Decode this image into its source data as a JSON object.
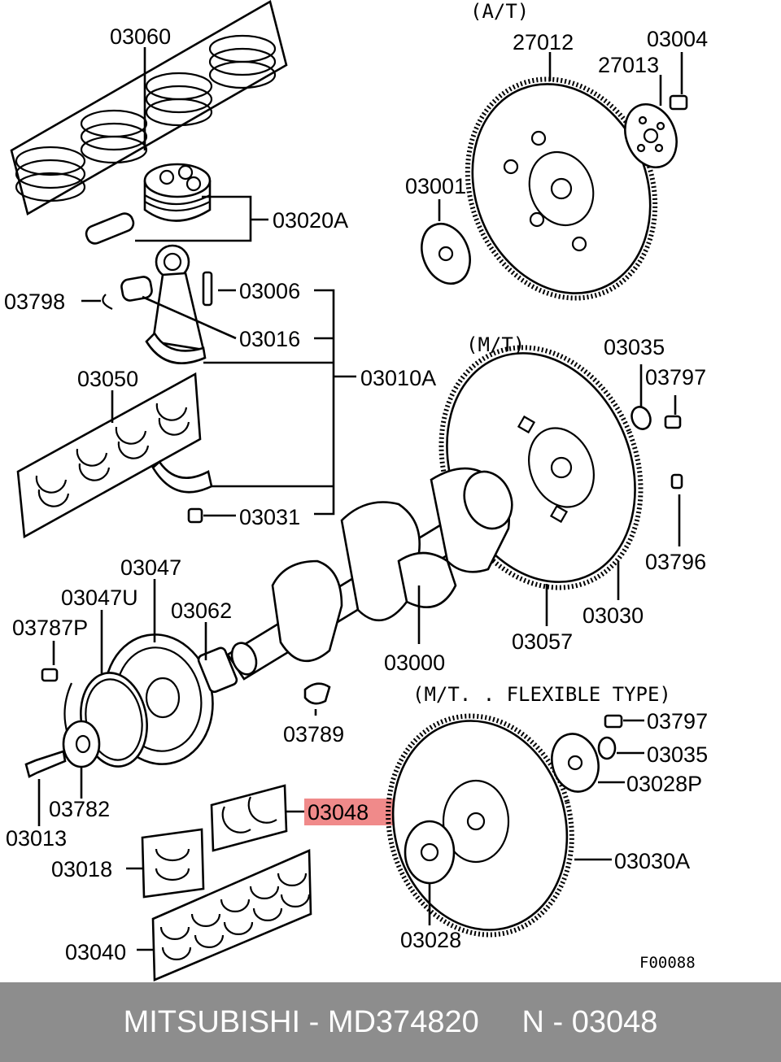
{
  "diagram": {
    "notes": {
      "at": "(A/T)",
      "mt": "(M/T)",
      "mt_flex": "(M/T. . FLEXIBLE TYPE)",
      "figure_code": "F00088"
    },
    "parts": {
      "p03060": "03060",
      "p03020A": "03020A",
      "p03798": "03798",
      "p03006": "03006",
      "p03016": "03016",
      "p03010A": "03010A",
      "p03050": "03050",
      "p03031": "03031",
      "p27012": "27012",
      "p27013": "27013",
      "p03004": "03004",
      "p03001": "03001",
      "p03035": "03035",
      "p03797": "03797",
      "p03796": "03796",
      "p03030": "03030",
      "p03057": "03057",
      "p03000": "03000",
      "p03047": "03047",
      "p03047U": "03047U",
      "p03062": "03062",
      "p03787P": "03787P",
      "p03789": "03789",
      "p03782": "03782",
      "p03013": "03013",
      "p03048": "03048",
      "p03018": "03018",
      "p03040": "03040",
      "p03797b": "03797",
      "p03035b": "03035",
      "p03028P": "03028P",
      "p03030A": "03030A",
      "p03028": "03028"
    },
    "highlight_color": "#f08a8a"
  },
  "footer": {
    "text": "MITSUBISHI - MD374820     N - 03048",
    "background": "#8d8d8d"
  }
}
